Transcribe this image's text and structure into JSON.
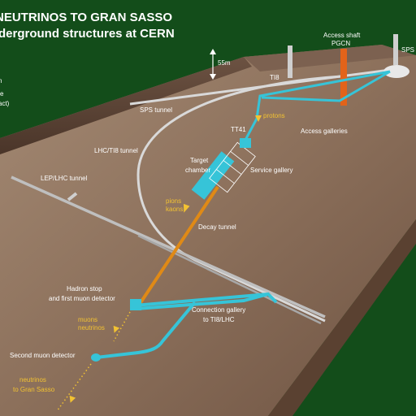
{
  "title": {
    "line1": "NEUTRINOS TO GRAN SASSO",
    "line2": "Underground structures at CERN"
  },
  "labels": {
    "depth": "55m",
    "shaft": "Access shaft",
    "pgcn": "PGCN",
    "sps_top": "SPS",
    "ti8": "TI8",
    "sps_tunnel": "SPS tunnel",
    "protons": "protons",
    "tt41": "TT41",
    "access_galleries": "Access galleries",
    "lhc_ti8": "LHC/TI8 tunnel",
    "target_1": "Target",
    "target_2": "chamber",
    "service_gallery": "Service gallery",
    "lep_lhc": "LEP/LHC tunnel",
    "pions": "pions",
    "kaons": "kaons",
    "decay_tunnel": "Decay tunnel",
    "hadron_1": "Hadron stop",
    "hadron_2": "and first muon detector",
    "conn_1": "Connection gallery",
    "conn_2": "to TI8/LHC",
    "muons": "muons",
    "neutrinos_mid": "neutrinos",
    "second_muon": "Second muon detector",
    "neutrinos_end": "neutrinos",
    "gran_sasso": "to Gran Sasso",
    "cut_1": "n",
    "cut_2": "ce",
    "cut_3": "act)"
  },
  "colors": {
    "background": "#134d1a",
    "ground": "#8a6f5a",
    "tunnel_blue": "#36c4d8",
    "beam_orange": "#e08a16",
    "shaft_orange": "#e2631a",
    "label_yellow": "#f2c232"
  }
}
